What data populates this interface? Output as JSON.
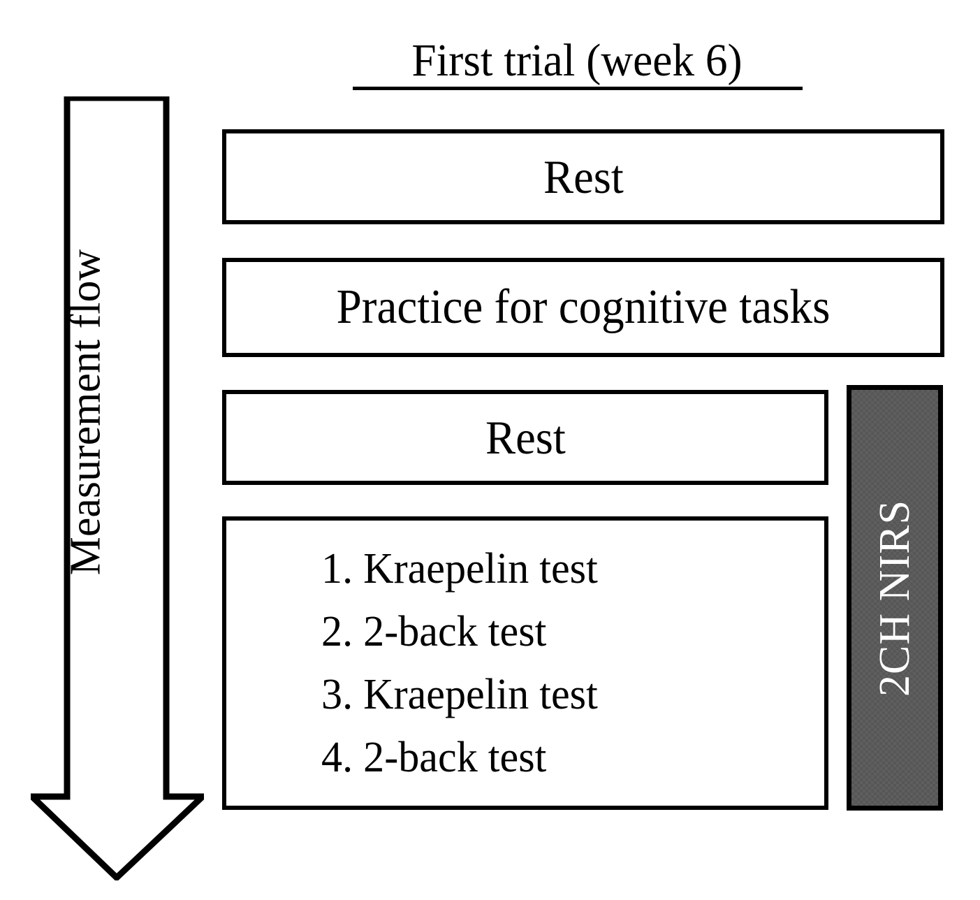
{
  "figure": {
    "title": "First trial (week 6)",
    "flow_arrow": {
      "label": "Measurement flow",
      "direction": "down",
      "icon": "down-arrow-icon"
    },
    "stages": [
      {
        "id": "rest-1",
        "label": "Rest"
      },
      {
        "id": "practice",
        "label": "Practice for cognitive tasks"
      },
      {
        "id": "rest-2",
        "label": "Rest"
      }
    ],
    "task_block": {
      "items": [
        "1. Kraepelin test",
        "2. 2-back test",
        "3. Kraepelin test",
        "4. 2-back test"
      ]
    },
    "measurement_bar": {
      "label": "2CH NIRS",
      "fill_color": "#565656",
      "text_color": "#ffffff",
      "border_color": "#000000"
    },
    "colors": {
      "background": "#ffffff",
      "line": "#000000",
      "box_fill": "#ffffff"
    }
  }
}
